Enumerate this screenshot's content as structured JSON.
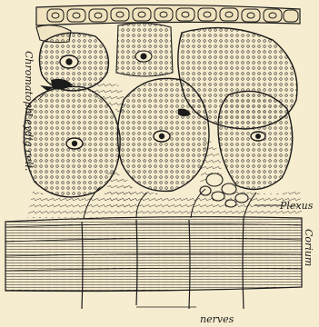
{
  "figure": {
    "background": "#f6eccf",
    "ink": "#1b1b1b",
    "labels": {
      "chromatoph": "Chromatoph.",
      "leydig_cell": "Leydig cell.",
      "plexus": "Plexus",
      "corium": "Corium",
      "nerves": "nerves"
    }
  }
}
